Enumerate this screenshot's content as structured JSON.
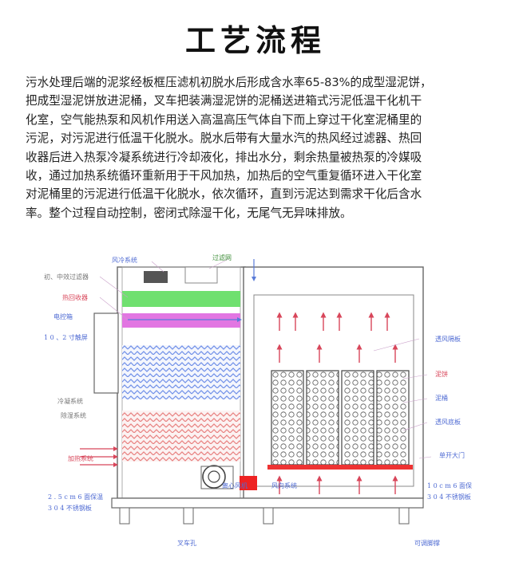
{
  "header": {
    "title": "工艺流程"
  },
  "description": [
    "污水处理后端的泥浆经板框压滤机初脱水后形成含水率65-83%的成型湿泥饼，",
    "把成型湿泥饼放进泥桶，叉车把装满湿泥饼的泥桶送进箱式污泥低温干化机干",
    "化室，空气能热泵和风机作用送入高温高压气体自下而上穿过干化室泥桶里的",
    "污泥，对污泥进行低温干化脱水。脱水后带有大量水汽的热风经过滤器、热回",
    "收器后进入热泵冷凝系统进行冷却液化，排出水分，剩余热量被热泵的冷媒吸",
    "收，通过加热系统循环重新用于干风加热，加热后的空气重复循环进入干化室",
    "对泥桶里的污泥进行低温干化脱水，依次循环，直到污泥达到需求干化后含水",
    "率。整个过程自动控制，密闭式除湿干化，无尾气无异味排放。"
  ],
  "diagram_labels": {
    "fan_cooling_system": "风冷系统",
    "filter_screen": "过滤网",
    "primary_mid_filter": "初、中效过滤器",
    "heat_recovery": "热回收器",
    "electric_control_box": "电控箱",
    "control_box_spec": "1 0 、2 寸触屏",
    "ventilation_board": "透风隔板",
    "sludge_cake": "泥饼",
    "sludge_bucket": "泥桶",
    "ventilation_floor": "透风底板",
    "condenser_system": "冷凝系统",
    "dehumidify_system": "除湿系统",
    "heating_system": "加热系统",
    "double_door": "单开大门",
    "centrifugal_fan": "离心风机",
    "flow_direction": "风向系统",
    "left_wall_spec_1": "2 . 5 c m  6 面保温",
    "left_wall_spec_2": "3 0 4  不锈钢板",
    "right_wall_spec_1": "1 0 c m  6 面保",
    "right_wall_spec_2": "3 0 4  不锈钢板",
    "forklift_slot": "叉车孔",
    "adjust_feet": "可调脚撑"
  },
  "colors": {
    "arrow_red": "#d8465a",
    "arrow_blue": "#5a7bd8",
    "filter_green": "#6fe06f",
    "heat_recovery_magenta": "#e276e2",
    "condenser_blue": "#6f8fe8",
    "heater_red": "#e8807f",
    "label_blue": "#4f6bd3"
  }
}
